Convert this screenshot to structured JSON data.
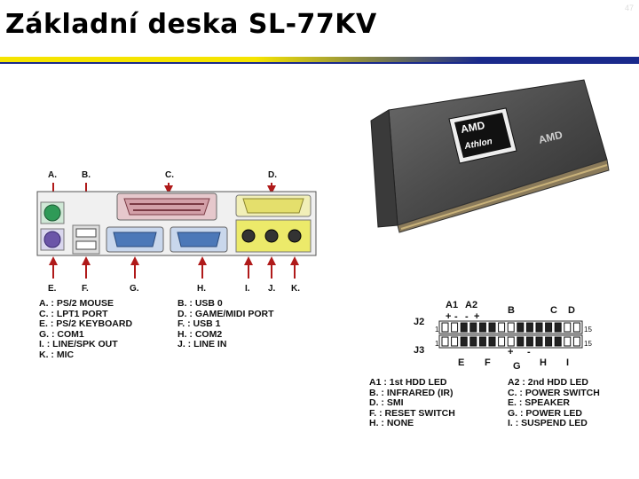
{
  "slide": {
    "title": "Základní deska SL-77KV",
    "number": "47"
  },
  "ports": {
    "top_labels": [
      "A.",
      "B.",
      "C.",
      "D."
    ],
    "bottom_labels": [
      "E.",
      "F.",
      "G.",
      "H.",
      "I.",
      "J.",
      "K."
    ],
    "legend_left": [
      "A. : PS/2 MOUSE",
      "C. : LPT1 PORT",
      "E. : PS/2 KEYBOARD",
      "G. : COM1",
      "I. : LINE/SPK OUT",
      "K. : MIC"
    ],
    "legend_right": [
      "B. : USB 0",
      "D. : GAME/MIDI PORT",
      "F. : USB 1",
      "H. : COM2",
      "J. : LINE IN"
    ]
  },
  "cpu": {
    "brand": "AMD",
    "model": "Athlon"
  },
  "header": {
    "top_labels": [
      "A1",
      "A2",
      "B",
      "C",
      "D"
    ],
    "row_labels": [
      "J2",
      "J3"
    ],
    "bottom_labels": [
      "E",
      "F",
      "G",
      "H",
      "I"
    ],
    "pin_start": "1",
    "pin_end": "15",
    "plus": "+",
    "minus": "-",
    "legend_left": [
      "A1 : 1st HDD LED",
      "B. : INFRARED (IR)",
      "D. : SMI",
      "F. : RESET SWITCH",
      "H. : NONE"
    ],
    "legend_right": [
      "A2 : 2nd HDD LED",
      "C. : POWER SWITCH",
      "E. : SPEAKER",
      "G. : POWER LED",
      "I. : SUSPEND LED"
    ]
  }
}
